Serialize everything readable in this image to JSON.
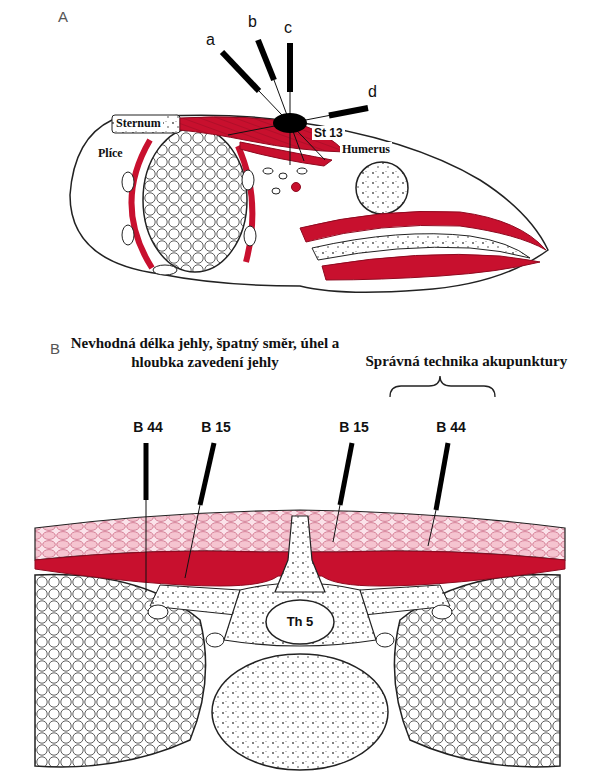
{
  "diagram": {
    "labels": [
      "A",
      "a",
      "b",
      "c",
      "d",
      "St 13",
      "Sternum",
      "Plíce",
      "Humerus",
      "B",
      "Nevhodná délka jehly, špatný směr, úhel a hloubka zavedení jehly",
      "Správná technika akupunktury",
      "B 44",
      "B 15",
      "B 15",
      "B 44",
      "Th 5"
    ]
  }
}
